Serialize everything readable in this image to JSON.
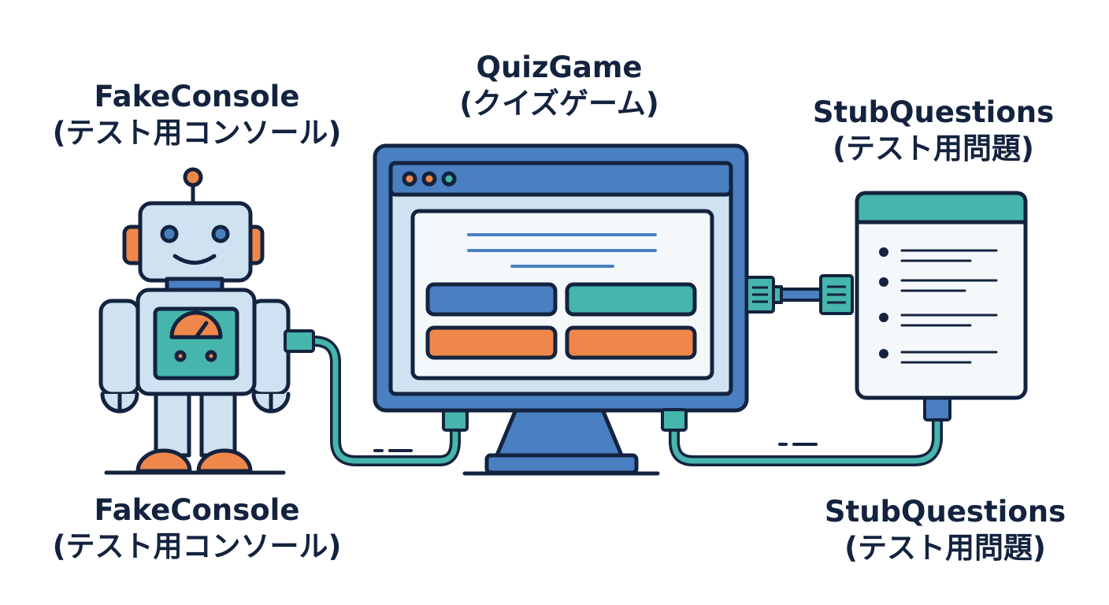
{
  "labels": {
    "fake_console_top": {
      "title": "FakeConsole",
      "subtitle": "(テスト用コンソール)"
    },
    "quiz_game": {
      "title": "QuizGame",
      "subtitle": "(クイズゲーム)"
    },
    "stub_questions_top": {
      "title": "StubQuestions",
      "subtitle": "(テスト用問題)"
    },
    "fake_console_bottom": {
      "title": "FakeConsole",
      "subtitle": "(テスト用コンソール)"
    },
    "stub_questions_bottom": {
      "title": "StubQuestions",
      "subtitle": "(テスト用問題)"
    }
  },
  "colors": {
    "outline": "#13233f",
    "blue": "#4a7fc1",
    "teal": "#46b5ab",
    "orange": "#f0874a",
    "light_blue": "#cfe2f2",
    "panel": "#f4f8fb"
  },
  "icons": {
    "robot": "robot-icon",
    "monitor": "monitor-icon",
    "document": "document-icon"
  }
}
